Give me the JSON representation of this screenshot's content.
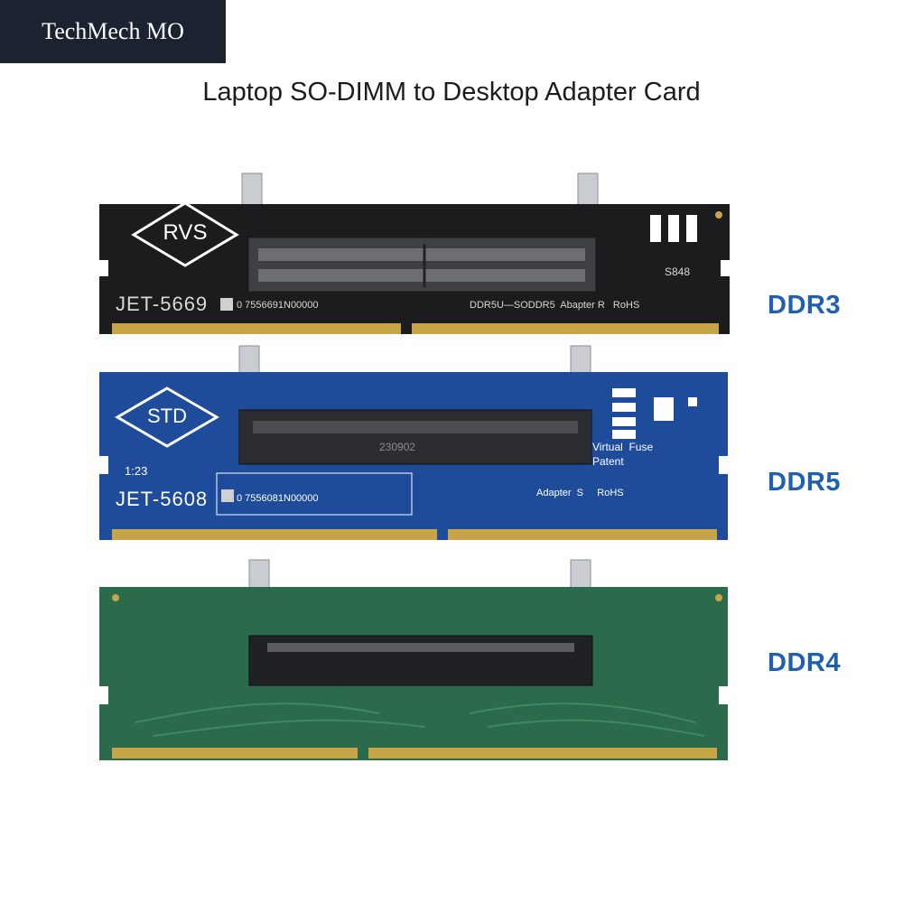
{
  "brand": {
    "text": "TechMech MO"
  },
  "title": "Laptop SO-DIMM to Desktop Adapter Card",
  "boards": [
    {
      "label": "DDR3",
      "logo": "RVS",
      "model": "JET-5669",
      "serial": "0 7556691N00000",
      "slot_text": "DDR5U—SODDR5  Abapter R   RoHS",
      "marking": "S848",
      "color": "#1c1c1e"
    },
    {
      "label": "DDR5",
      "logo": "STD",
      "model": "JET-5608",
      "serial": "0 7556081N00000",
      "slot_code": "230902",
      "side_text_1": "Virtual  Fuse",
      "side_text_2": "Patent",
      "bottom_text": "Adapter  S     RoHS",
      "clock": "1:23",
      "color": "#1e4b9a"
    },
    {
      "label": "DDR4",
      "color": "#2b6b4b"
    }
  ]
}
